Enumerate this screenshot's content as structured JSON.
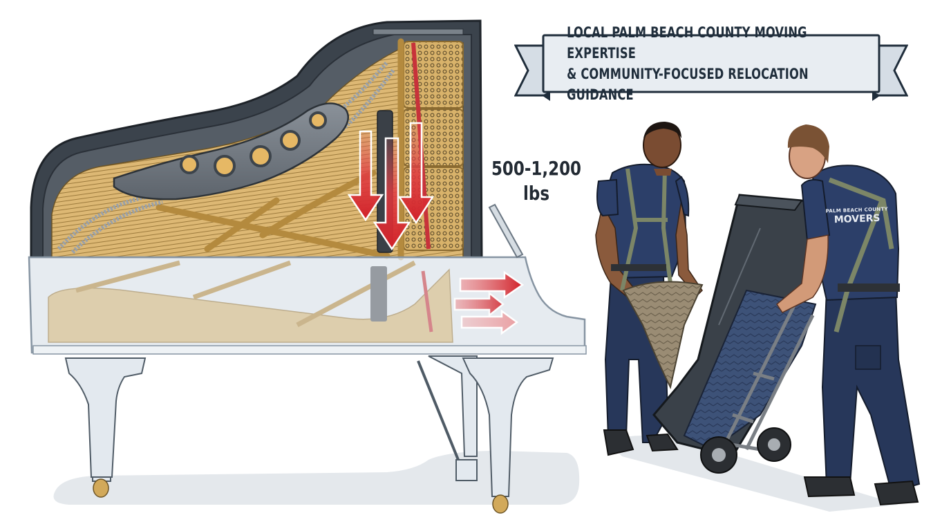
{
  "banner": {
    "line1": "LOCAL PALM BEACH COUNTY MOVING EXPERTISE",
    "line2": "& COMMUNITY-FOCUSED RELOCATION GUIDANCE"
  },
  "weight_annotation": {
    "value": "500-1,200",
    "unit": "lbs"
  },
  "illustration": {
    "left_subject": "cutaway grand piano with cast-iron plate, strings, and red force arrows",
    "right_subject": "two movers loading a piano onto a hand truck with moving blankets",
    "arrows_down_count": 3,
    "arrows_right_count": 3
  },
  "shirt_logo": {
    "line1": "PALM BEACH COUNTY",
    "line2": "MOVERS"
  },
  "colors": {
    "banner_fill": "#e6ebf0",
    "banner_outline": "#1f2d3b",
    "piano_case": "#3b434c",
    "iron_plate": "#6d747c",
    "soundboard": "#d9b46c",
    "arrow_red": "#d9262c",
    "uniform_navy": "#27375a",
    "harness_olive": "#7c8667",
    "clear_case": "#dfe6ec"
  }
}
